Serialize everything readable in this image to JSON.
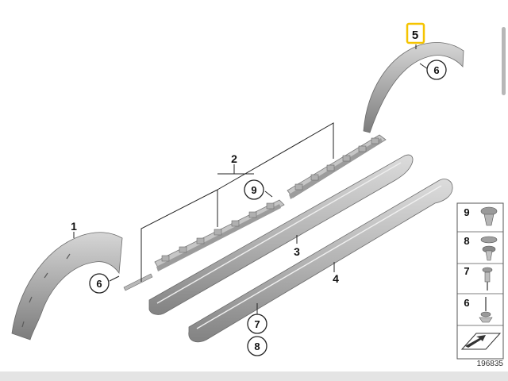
{
  "diagram": {
    "doc_id": "196835",
    "labels": {
      "part_1": "1",
      "part_2": "2",
      "part_3": "3",
      "part_4": "4",
      "part_5": "5",
      "callout_6_top": "6",
      "callout_6_left": "6",
      "callout_9": "9",
      "callout_7": "7",
      "callout_8": "8"
    },
    "legend": [
      {
        "label": "9",
        "icon": "push-rivet-icon"
      },
      {
        "label": "8",
        "icon": "clip-icon"
      },
      {
        "label": "7",
        "icon": "screw-icon"
      },
      {
        "label": "6",
        "icon": "bolt-icon"
      }
    ],
    "highlight_color": "#f5c400",
    "part_color": "#aaaaaa"
  }
}
